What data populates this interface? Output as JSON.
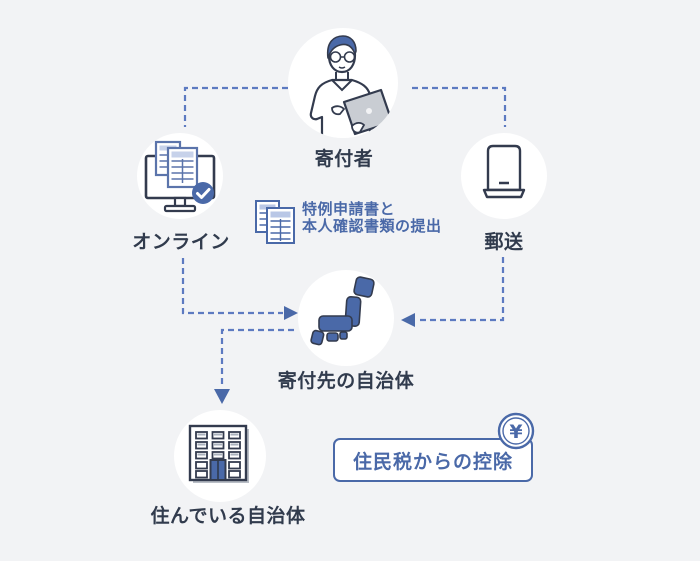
{
  "diagram": {
    "nodes": {
      "donor": {
        "label": "寄付者"
      },
      "online": {
        "label": "オンライン"
      },
      "mail": {
        "label": "郵送"
      },
      "destination_municipality": {
        "label": "寄付先の自治体"
      },
      "home_municipality": {
        "label": "住んでいる自治体"
      }
    },
    "note": {
      "line1": "特例申請書と",
      "line2": "本人確認書類の提出"
    },
    "deduction_badge": {
      "label": "住民税からの控除",
      "coin_symbol": "¥"
    },
    "icons": [
      "person-laptop-icon",
      "monitor-documents-icon",
      "mailbox-icon",
      "japan-map-icon",
      "building-icon",
      "documents-icon",
      "yen-coin-icon"
    ],
    "colors": {
      "background": "#f2f3f5",
      "node_background": "#ffffff",
      "accent_blue": "#4a69a8",
      "dashed_line": "#5d7ac1",
      "text_dark": "#313b4d"
    }
  }
}
